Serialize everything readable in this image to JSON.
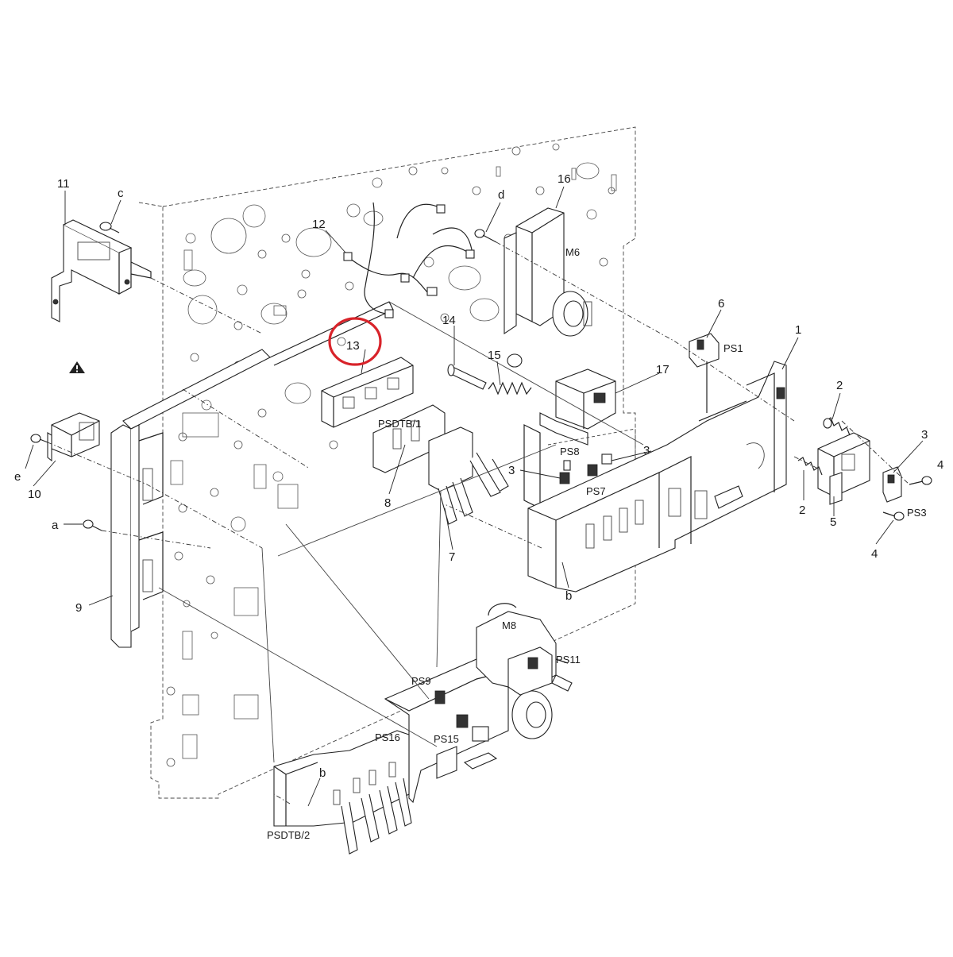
{
  "labels": {
    "l1": "1",
    "l2a": "2",
    "l2b": "2",
    "l3a": "3",
    "l3b": "3",
    "l3c": "3",
    "l4a": "4",
    "l4b": "4",
    "l5": "5",
    "l6": "6",
    "l7": "7",
    "l8": "8",
    "l9": "9",
    "l10": "10",
    "l11": "11",
    "l12": "12",
    "l13": "13",
    "l14": "14",
    "l15": "15",
    "l16": "16",
    "l17": "17",
    "la": "a",
    "lb1": "b",
    "lb2": "b",
    "lc": "c",
    "ld": "d",
    "le": "e",
    "m6": "M6",
    "m8": "M8",
    "ps1": "PS1",
    "ps3": "PS3",
    "ps7": "PS7",
    "ps8": "PS8",
    "ps9": "PS9",
    "ps11": "PS11",
    "ps15": "PS15",
    "ps16": "PS16",
    "psdtb1": "PSDTB/1",
    "psdtb2": "PSDTB/2"
  },
  "highlight": {
    "target": "13",
    "color": "#d8232a"
  },
  "icons": {
    "warning": "warning-triangle-icon"
  }
}
